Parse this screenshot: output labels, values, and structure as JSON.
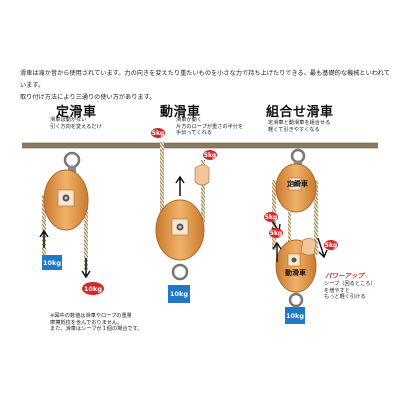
{
  "intro": {
    "line1": "滑車は滝か昔から使用されています。力の向きを変えたり重たいものを小さな力で持ち上げたりできる、最も基礎的な機械といわれています。",
    "line2": "取り付け方法により三通りの使い方があります。"
  },
  "fixed_pulley": {
    "title": "定滑車",
    "desc_line1": "滑車は動かない",
    "desc_line2": "引く方向を変えるだけ",
    "weight_label": "10kg",
    "force_label": "10kg"
  },
  "movable_pulley": {
    "title": "動滑車",
    "desc_line1": "滑車が動く",
    "desc_line2": "片方のロープが重さの半分を",
    "desc_line3": "手伝ってくれる",
    "badge_left": "5kg",
    "badge_right": "5kg",
    "weight_label": "10kg"
  },
  "combined_pulley": {
    "title": "組合せ滑車",
    "desc_line1": "定滑車と動滑車を組合せる",
    "desc_line2": "軽くて引きやすくなる",
    "upper_sheave_label": "定滑車",
    "lower_sheave_label": "動滑車",
    "badge_left": "5kg",
    "badge_right": "5kg",
    "badge_top": "5kg",
    "weight_label": "10kg",
    "power_title": "パワーアップ",
    "power_line1": "シーブ（回るところ）",
    "power_line2": "を増やすと",
    "power_line3": "もっと軽く引ける"
  },
  "footnote": {
    "line1": "※図中の数値は滑車やロープの重量",
    "line2": "摩擦抵抗を含んでおりません。",
    "line3": "また、滑車はシーブが１個の場合です。"
  },
  "colors": {
    "pulley_body": "#e8a45a",
    "pulley_dark": "#c97a2e",
    "beam": "#8a7a60",
    "weight": "#1f78c8",
    "badge": "#d9262a",
    "arrow": "#111111"
  }
}
